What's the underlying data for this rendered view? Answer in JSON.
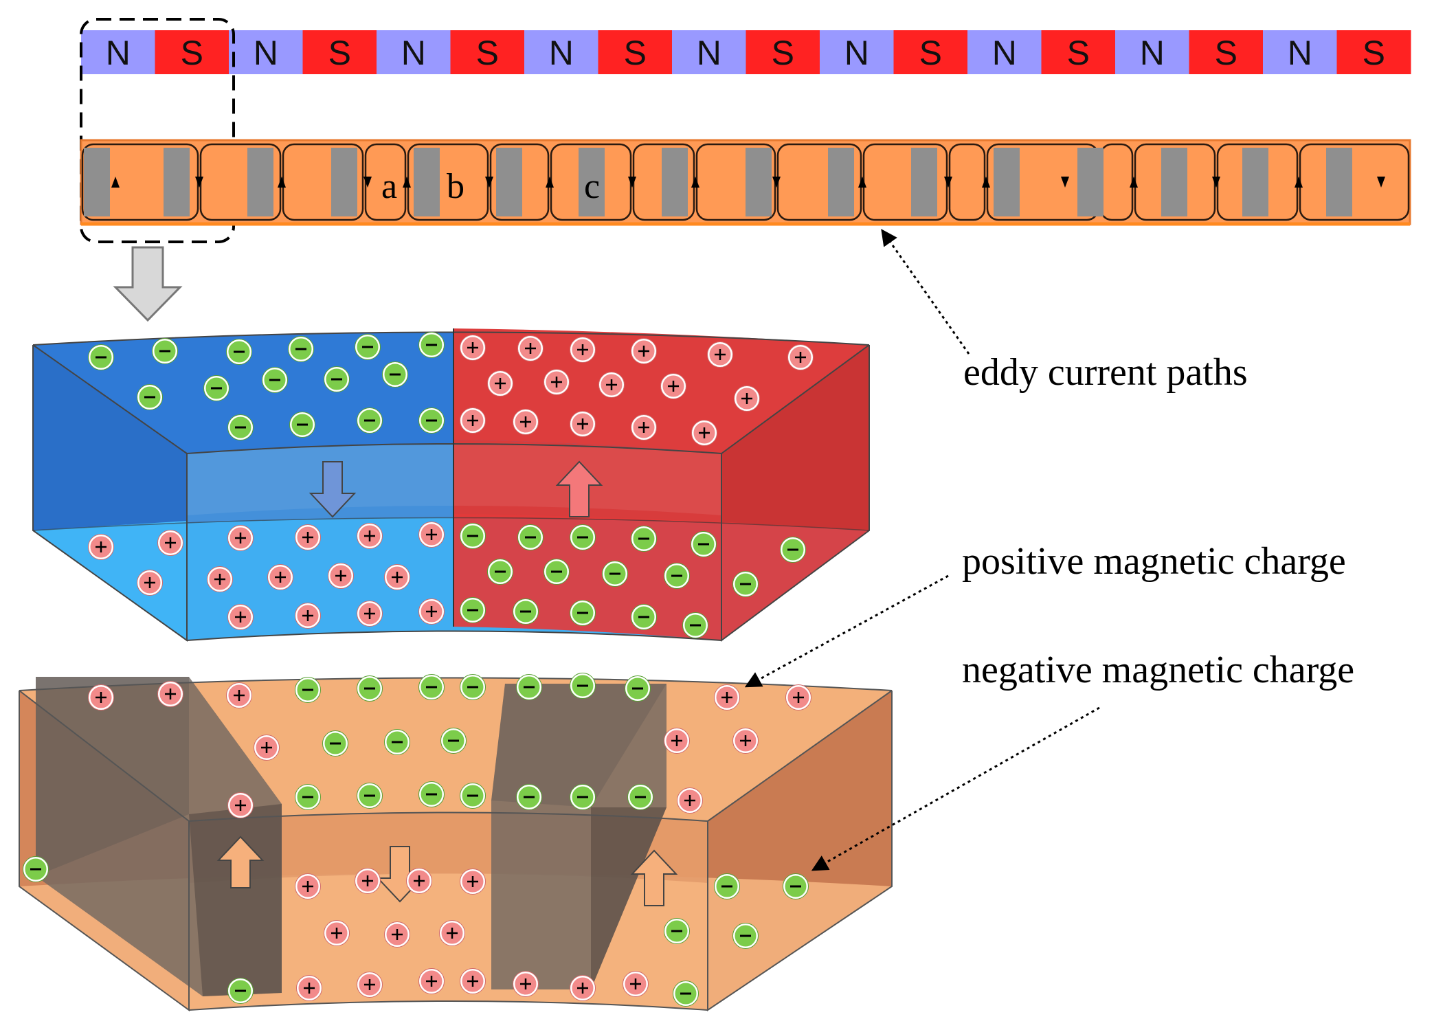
{
  "magnet_array": {
    "poles": [
      "N",
      "S",
      "N",
      "S",
      "N",
      "S",
      "N",
      "S",
      "N",
      "S",
      "N",
      "S",
      "N",
      "S",
      "N",
      "S",
      "N",
      "S"
    ],
    "colors": {
      "N": "#9999ff",
      "S": "#ff2222"
    }
  },
  "conductor": {
    "color": "#ff9955",
    "point_labels": [
      "a",
      "b",
      "c"
    ]
  },
  "labels": {
    "eddy": "eddy current paths",
    "positive": "positive magnetic charge",
    "negative": "negative magnetic charge"
  },
  "charge_symbols": {
    "positive": "+",
    "negative": "−"
  },
  "colors": {
    "magnet_blue": "#3c8fe0",
    "magnet_red": "#e03b3b",
    "conductor_block": "#f0a56a",
    "slot_gray": "#7f7f7f",
    "positive_charge": "#f28a8a",
    "negative_charge": "#7ccc4a"
  }
}
